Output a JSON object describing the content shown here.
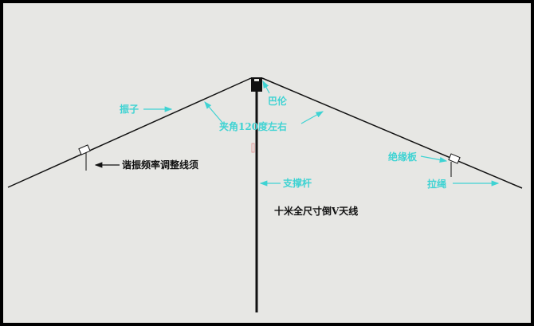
{
  "labels": {
    "dipole": "振子",
    "balun": "巴伦",
    "angle": "夹角120度左右",
    "tuning_wire": "谐振频率调整线须",
    "insulator": "绝缘板",
    "guy_rope": "拉绳",
    "mast": "支撑杆",
    "title": "十米全尺寸倒V天线"
  },
  "colors": {
    "background": "#e7e7e4",
    "frame": "#000000",
    "annotation": "#3fd3d3",
    "wire": "#1a1a1a"
  }
}
